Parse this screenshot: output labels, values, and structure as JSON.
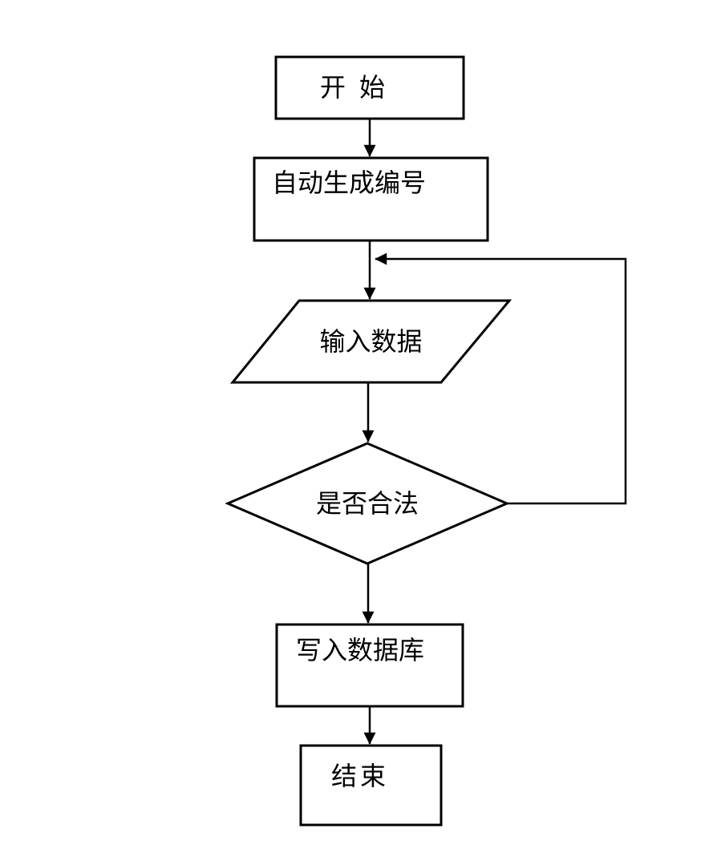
{
  "diagram": {
    "type": "flowchart",
    "background_color": "#ffffff",
    "line_color": "#000000",
    "text_color": "#000000",
    "nodes": [
      {
        "id": "start",
        "shape": "rectangle",
        "label": "开始"
      },
      {
        "id": "autogen",
        "shape": "rectangle",
        "label": "自动生成编号"
      },
      {
        "id": "input",
        "shape": "parallelogram",
        "label": "输入数据"
      },
      {
        "id": "valid",
        "shape": "diamond",
        "label": "是否合法"
      },
      {
        "id": "write",
        "shape": "rectangle",
        "label": "写入数据库"
      },
      {
        "id": "end",
        "shape": "rectangle",
        "label": "结束"
      }
    ],
    "edges": [
      {
        "from": "start",
        "to": "autogen"
      },
      {
        "from": "autogen",
        "to": "input"
      },
      {
        "from": "input",
        "to": "valid"
      },
      {
        "from": "valid",
        "to": "input",
        "note": "loop-back-right-side"
      },
      {
        "from": "valid",
        "to": "write"
      },
      {
        "from": "write",
        "to": "end"
      }
    ]
  }
}
